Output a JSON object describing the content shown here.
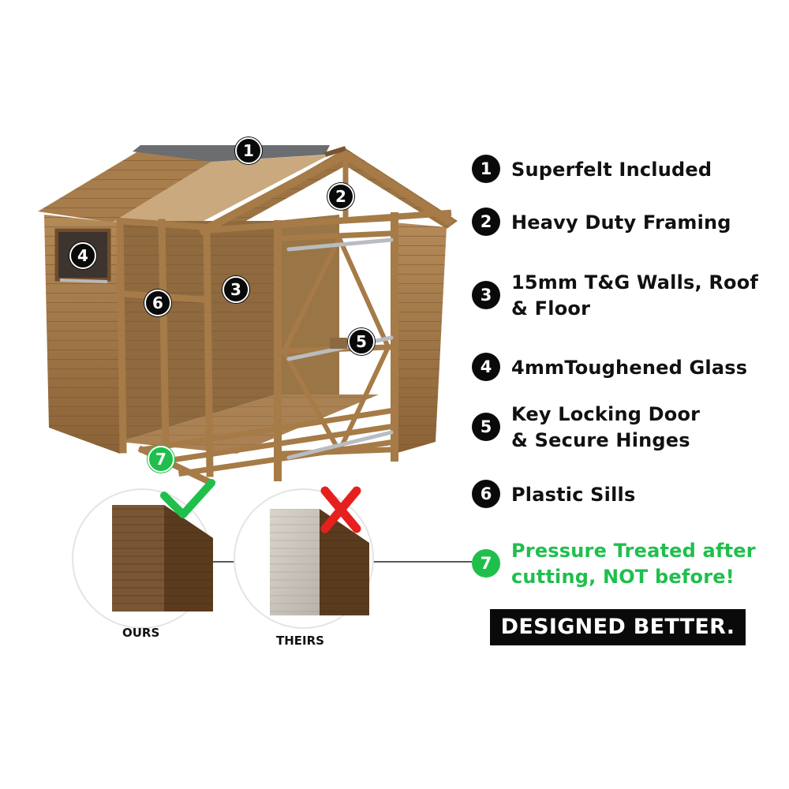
{
  "features": [
    {
      "num": "1",
      "text": "Superfelt Included"
    },
    {
      "num": "2",
      "text": "Heavy Duty Framing"
    },
    {
      "num": "3",
      "text": "15mm T&G Walls, Roof\n& Floor"
    },
    {
      "num": "4",
      "text": "4mmToughened Glass"
    },
    {
      "num": "5",
      "text": "Key Locking Door\n& Secure Hinges"
    },
    {
      "num": "6",
      "text": "Plastic Sills"
    },
    {
      "num": "7",
      "text": "Pressure Treated after\ncutting, NOT before!"
    }
  ],
  "banner": "DESIGNED BETTER.",
  "comparison": {
    "ours_label": "OURS",
    "theirs_label": "THEIRS"
  },
  "colors": {
    "accent_green": "#1fbf4c",
    "reject_red": "#e6201f",
    "marker_black": "#0a0a0a",
    "timber": "#a47a48"
  },
  "icons": {
    "ours": "check-icon",
    "theirs": "cross-icon"
  }
}
